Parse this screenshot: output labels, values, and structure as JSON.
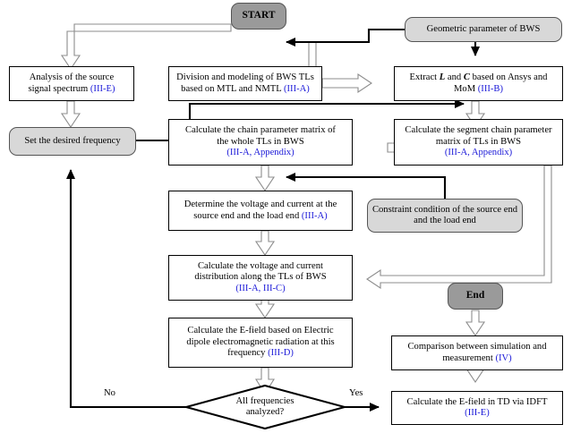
{
  "diagram": {
    "title": "BWS radiated emission modeling flowchart",
    "colors": {
      "terminator_dark": "#9a9a9a",
      "terminator_light": "#d8d8d8",
      "process_fill": "#ffffff",
      "stroke": "#000000",
      "hollow_arrow_stroke": "#8c8c8c",
      "reference_text": "#1a18d8"
    }
  },
  "nodes": {
    "start": {
      "label": "START",
      "shape": "terminator"
    },
    "geometric_parameter": {
      "label": "Geometric parameter of BWS",
      "shape": "terminator"
    },
    "end": {
      "label": "End",
      "shape": "terminator"
    },
    "constraint_condition": {
      "label": "Constraint condition of the source end and the load end",
      "shape": "terminator"
    },
    "source_spectrum": {
      "line1": "Analysis of the source",
      "line2": "signal spectrum ",
      "ref2": "(III-E)"
    },
    "set_frequency": {
      "label": "Set the desired frequency",
      "shape": "terminator"
    },
    "division_modeling": {
      "line1": "Division and modeling of BWS TLs",
      "line2": "based on MTL and NMTL ",
      "ref2": "(III-A)"
    },
    "extract_lc": {
      "line1_a": "Extract ",
      "line1_b": "L",
      "line1_c": " and ",
      "line1_d": "C",
      "line1_e": "  based on Ansys and",
      "line2": "MoM ",
      "ref2": "(III-B)"
    },
    "chain_matrix_whole": {
      "line1": "Calculate the chain parameter matrix of",
      "line2": "the whole TLs in BWS",
      "ref3": "(III-A, Appendix)"
    },
    "segment_chain_matrix": {
      "line1": "Calculate the segment chain parameter",
      "line2": "matrix of TLs in BWS",
      "ref3": "(III-A, Appendix)"
    },
    "determine_voltage_current": {
      "line1": "Determine the voltage and current at the",
      "line2": "source end and the load end ",
      "ref2": "(III-A)"
    },
    "voltage_current_distribution": {
      "line1": "Calculate the voltage and current",
      "line2": "distribution along the TLs of BWS",
      "ref3": "(III-A, III-C)"
    },
    "efield_dipole": {
      "line1": "Calculate the E-field based on Electric",
      "line2": "dipole electromagnetic radiation at this",
      "line3": "frequency  ",
      "ref3": "(III-D)"
    },
    "all_frequencies": {
      "line1": "All frequencies",
      "line2": "analyzed?",
      "shape": "decision"
    },
    "efield_td_idft": {
      "line1": "Calculate the E-field in TD via IDFT",
      "ref2": "(III-E)"
    },
    "comparison": {
      "line1": "Comparison between simulation and",
      "line2": "measurement  ",
      "ref2": "(IV)"
    }
  },
  "edge_labels": {
    "no": "No",
    "yes": "Yes"
  }
}
